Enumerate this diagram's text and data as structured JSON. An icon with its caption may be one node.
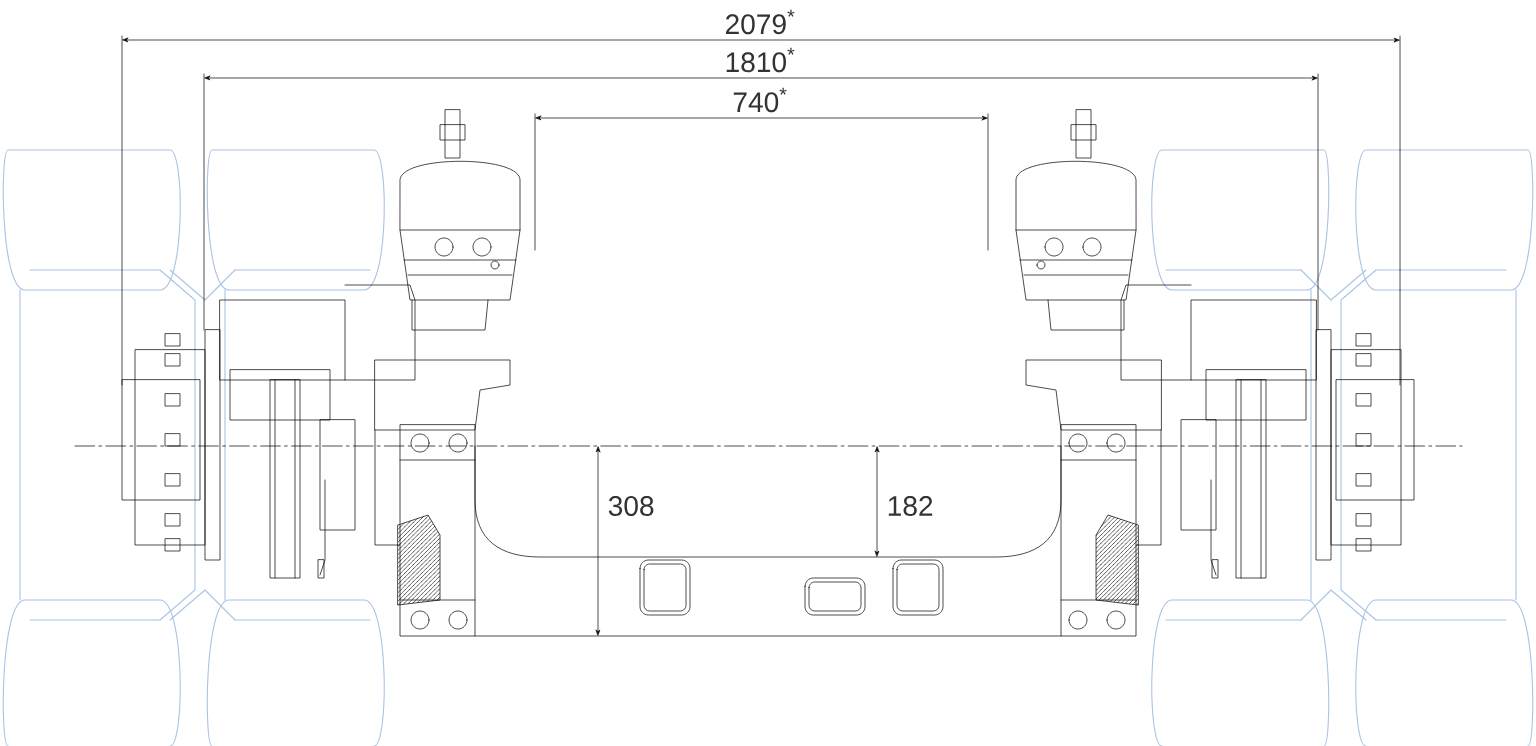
{
  "diagram": {
    "labels": [
      "2079$^{*}$",
      "1810$^{*}$",
      "740$^{*}$",
      "308",
      "182"
    ]
  }
}
